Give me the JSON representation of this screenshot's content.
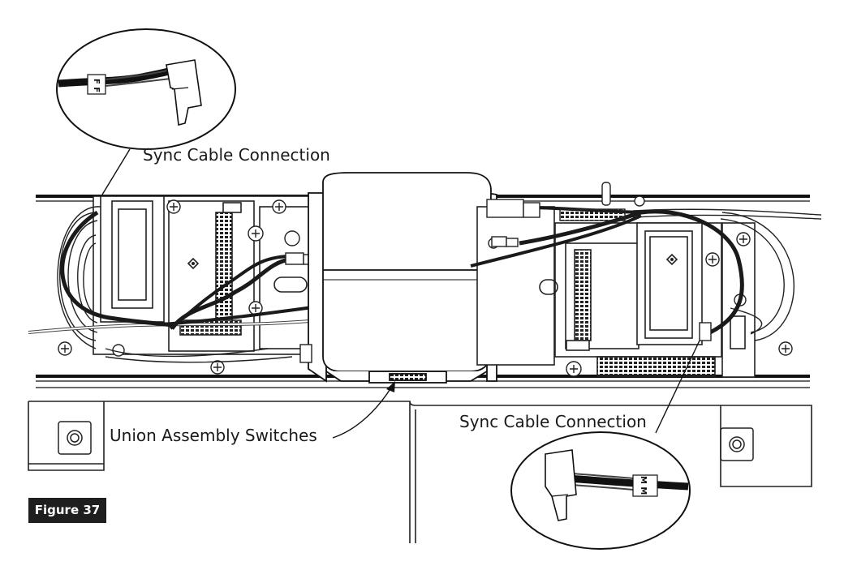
{
  "labels": {
    "sync_cable_top": "Sync Cable Connection",
    "union_switches": "Union Assembly Switches",
    "sync_cable_bottom": "Sync Cable Connection"
  },
  "connector_marks": {
    "top": "F F",
    "bottom": "M M"
  },
  "figure_label": "Figure 37"
}
